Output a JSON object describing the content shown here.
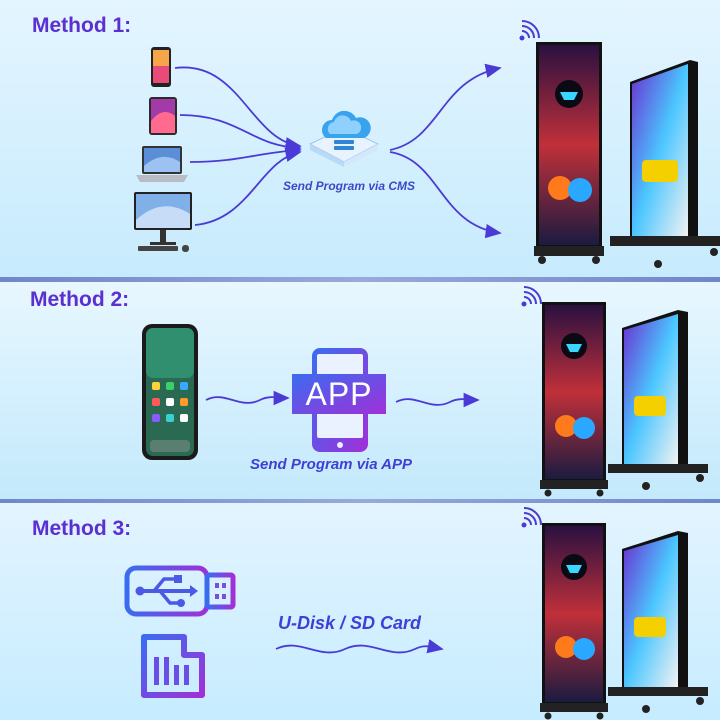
{
  "methods": [
    {
      "title": "Method 1:",
      "caption": "Send Program via CMS"
    },
    {
      "title": "Method 2:",
      "caption": "Send Program via APP",
      "app_label": "APP"
    },
    {
      "title": "Method 3:",
      "caption": "U-Disk / SD Card"
    }
  ],
  "icons": {
    "devices": [
      "smartphone-icon",
      "tablet-icon",
      "laptop-icon",
      "desktop-computer-icon"
    ],
    "cloud": "cloud-server-icon",
    "wifi": "wifi-signal-icon",
    "usb": "usb-drive-icon",
    "sd": "sd-card-icon"
  },
  "colors": {
    "accent": "#5b2fd0",
    "caption": "#3f3fd8",
    "arrow": "#4a3bd6",
    "divider": "#7f93d1"
  }
}
